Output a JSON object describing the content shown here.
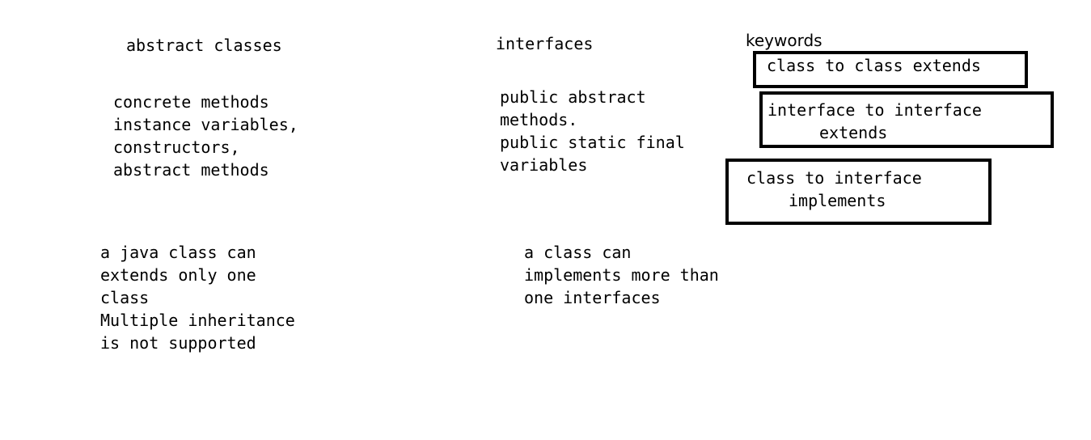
{
  "columns": {
    "abstract": {
      "heading": "abstract classes",
      "members": [
        "concrete methods",
        "instance variables,",
        "constructors,",
        "abstract methods"
      ],
      "inheritance_note": [
        "a java class can",
        "extends only one",
        "class",
        "Multiple inheritance",
        "is not supported"
      ]
    },
    "interfaces": {
      "heading": "interfaces",
      "members": [
        "public abstract",
        "methods.",
        "public static final",
        "variables"
      ],
      "inheritance_note": [
        "a class can",
        "implements more than",
        "one interfaces"
      ]
    },
    "keywords": {
      "heading": "keywords",
      "boxes": [
        {
          "lines": [
            "class to class extends"
          ]
        },
        {
          "lines": [
            "interface to interface",
            "extends"
          ]
        },
        {
          "lines": [
            "class to interface",
            "implements"
          ]
        }
      ]
    }
  }
}
